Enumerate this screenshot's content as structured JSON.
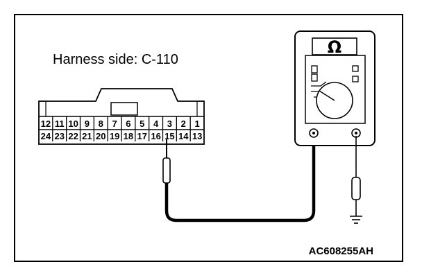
{
  "caption": "Harness side: C-110",
  "figure_code": "AC608255AH",
  "meter_symbol": "Ω",
  "connector": {
    "top_row": [
      "12",
      "11",
      "10",
      "9",
      "8",
      "7",
      "6",
      "5",
      "4",
      "3",
      "2",
      "1"
    ],
    "bottom_row": [
      "24",
      "23",
      "22",
      "21",
      "20",
      "19",
      "18",
      "17",
      "16",
      "15",
      "14",
      "13"
    ],
    "probed_pin": "15"
  },
  "ground_symbol": "ground-symbol",
  "colors": {
    "line": "#000000",
    "background": "#ffffff"
  }
}
